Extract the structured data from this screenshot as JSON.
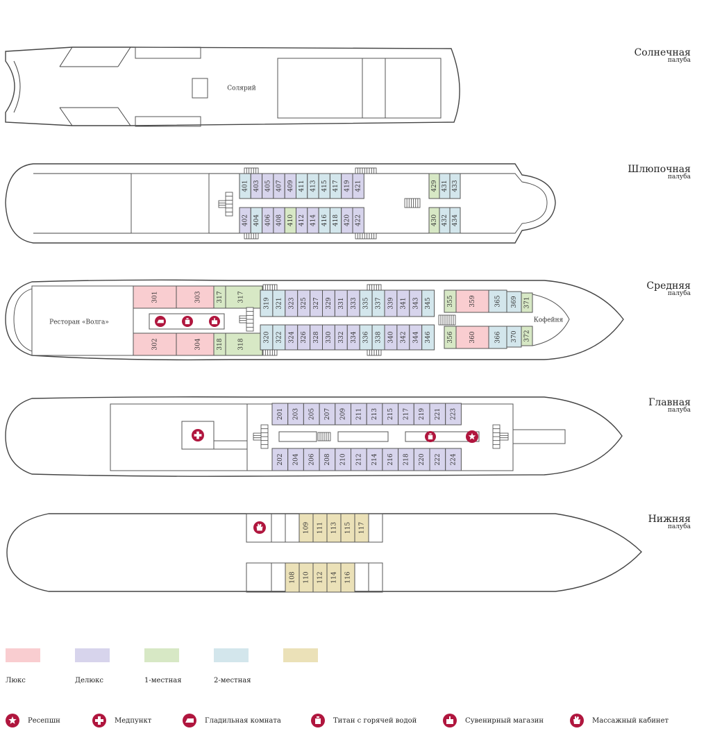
{
  "decks": [
    {
      "name": "Солнечная",
      "sub": "палуба"
    },
    {
      "name": "Шлюпочная",
      "sub": "палуба"
    },
    {
      "name": "Средняя",
      "sub": "палуба"
    },
    {
      "name": "Главная",
      "sub": "палуба"
    },
    {
      "name": "Нижняя",
      "sub": "палуба"
    }
  ],
  "labels": {
    "solarium": "Солярий",
    "restaurant": "Ресторан «Волга»",
    "cafe": "Кофейня"
  },
  "colors": {
    "lux": "#f9cdd0",
    "deluxe": "#d7d4ec",
    "single": "#d7e8c5",
    "double": "#d3e6ec",
    "lower": "#ebe1b8",
    "icon": "#b0163e",
    "stroke": "#555"
  },
  "legend": [
    {
      "label": "Люкс",
      "color": "#f9cdd0"
    },
    {
      "label": "Делюкс",
      "color": "#d7d4ec"
    },
    {
      "label": "1-местная",
      "color": "#d7e8c5"
    },
    {
      "label": "2-местная",
      "color": "#d3e6ec"
    },
    {
      "label": "",
      "color": "#ebe1b8"
    }
  ],
  "facilities": [
    {
      "icon": "star-icon",
      "label": "Ресепшн"
    },
    {
      "icon": "cross-icon",
      "label": "Медпункт"
    },
    {
      "icon": "iron-icon",
      "label": "Гладильная комната"
    },
    {
      "icon": "kettle-icon",
      "label": "Титан с горячей водой"
    },
    {
      "icon": "gift-icon",
      "label": "Сувенирный магазин"
    },
    {
      "icon": "hand-icon",
      "label": "Массажный кабинет"
    }
  ],
  "cabins": {
    "boat_top": [
      {
        "n": "401",
        "t": "double"
      },
      {
        "n": "403",
        "t": "deluxe"
      },
      {
        "n": "405",
        "t": "deluxe"
      },
      {
        "n": "407",
        "t": "deluxe"
      },
      {
        "n": "409",
        "t": "deluxe"
      },
      {
        "n": "411",
        "t": "double"
      },
      {
        "n": "413",
        "t": "double"
      },
      {
        "n": "415",
        "t": "double"
      },
      {
        "n": "417",
        "t": "double"
      },
      {
        "n": "419",
        "t": "deluxe"
      },
      {
        "n": "421",
        "t": "deluxe"
      }
    ],
    "boat_bottom": [
      {
        "n": "402",
        "t": "deluxe"
      },
      {
        "n": "404",
        "t": "double"
      },
      {
        "n": "406",
        "t": "deluxe"
      },
      {
        "n": "408",
        "t": "deluxe"
      },
      {
        "n": "410",
        "t": "single"
      },
      {
        "n": "412",
        "t": "deluxe"
      },
      {
        "n": "414",
        "t": "deluxe"
      },
      {
        "n": "416",
        "t": "double"
      },
      {
        "n": "418",
        "t": "double"
      },
      {
        "n": "420",
        "t": "deluxe"
      },
      {
        "n": "422",
        "t": "deluxe"
      }
    ],
    "boat_aft_top": [
      {
        "n": "429",
        "t": "single"
      },
      {
        "n": "431",
        "t": "double"
      },
      {
        "n": "433",
        "t": "double"
      }
    ],
    "boat_aft_bottom": [
      {
        "n": "430",
        "t": "single"
      },
      {
        "n": "432",
        "t": "double"
      },
      {
        "n": "434",
        "t": "double"
      }
    ],
    "mid_lux_top": [
      {
        "n": "301",
        "t": "lux"
      },
      {
        "n": "303",
        "t": "lux"
      },
      {
        "n": "317",
        "t": "single"
      }
    ],
    "mid_lux_bottom": [
      {
        "n": "302",
        "t": "lux"
      },
      {
        "n": "304",
        "t": "lux"
      },
      {
        "n": "318",
        "t": "single"
      }
    ],
    "mid_top": [
      {
        "n": "319",
        "t": "double"
      },
      {
        "n": "321",
        "t": "double"
      },
      {
        "n": "323",
        "t": "deluxe"
      },
      {
        "n": "325",
        "t": "deluxe"
      },
      {
        "n": "327",
        "t": "deluxe"
      },
      {
        "n": "329",
        "t": "deluxe"
      },
      {
        "n": "331",
        "t": "deluxe"
      },
      {
        "n": "333",
        "t": "deluxe"
      },
      {
        "n": "335",
        "t": "double"
      },
      {
        "n": "337",
        "t": "double"
      },
      {
        "n": "339",
        "t": "deluxe"
      },
      {
        "n": "341",
        "t": "deluxe"
      },
      {
        "n": "343",
        "t": "deluxe"
      },
      {
        "n": "345",
        "t": "double"
      }
    ],
    "mid_bottom": [
      {
        "n": "320",
        "t": "double"
      },
      {
        "n": "322",
        "t": "double"
      },
      {
        "n": "324",
        "t": "deluxe"
      },
      {
        "n": "326",
        "t": "deluxe"
      },
      {
        "n": "328",
        "t": "deluxe"
      },
      {
        "n": "330",
        "t": "deluxe"
      },
      {
        "n": "332",
        "t": "deluxe"
      },
      {
        "n": "334",
        "t": "deluxe"
      },
      {
        "n": "336",
        "t": "double"
      },
      {
        "n": "338",
        "t": "double"
      },
      {
        "n": "340",
        "t": "deluxe"
      },
      {
        "n": "342",
        "t": "deluxe"
      },
      {
        "n": "344",
        "t": "deluxe"
      },
      {
        "n": "346",
        "t": "double"
      }
    ],
    "mid_fore_top": [
      {
        "n": "355",
        "t": "single"
      },
      {
        "n": "359",
        "t": "lux"
      },
      {
        "n": "365",
        "t": "double"
      },
      {
        "n": "369",
        "t": "double"
      },
      {
        "n": "371",
        "t": "single"
      }
    ],
    "mid_fore_bottom": [
      {
        "n": "356",
        "t": "single"
      },
      {
        "n": "360",
        "t": "lux"
      },
      {
        "n": "366",
        "t": "double"
      },
      {
        "n": "370",
        "t": "double"
      },
      {
        "n": "372",
        "t": "single"
      }
    ],
    "main_top": [
      "201",
      "203",
      "205",
      "207",
      "209",
      "211",
      "213",
      "215",
      "217",
      "219",
      "221",
      "223"
    ],
    "main_bottom": [
      "202",
      "204",
      "206",
      "208",
      "210",
      "212",
      "214",
      "216",
      "218",
      "220",
      "222",
      "224"
    ],
    "lower_top": [
      "109",
      "111",
      "113",
      "115",
      "117"
    ],
    "lower_bottom": [
      "108",
      "110",
      "112",
      "114",
      "116"
    ]
  }
}
